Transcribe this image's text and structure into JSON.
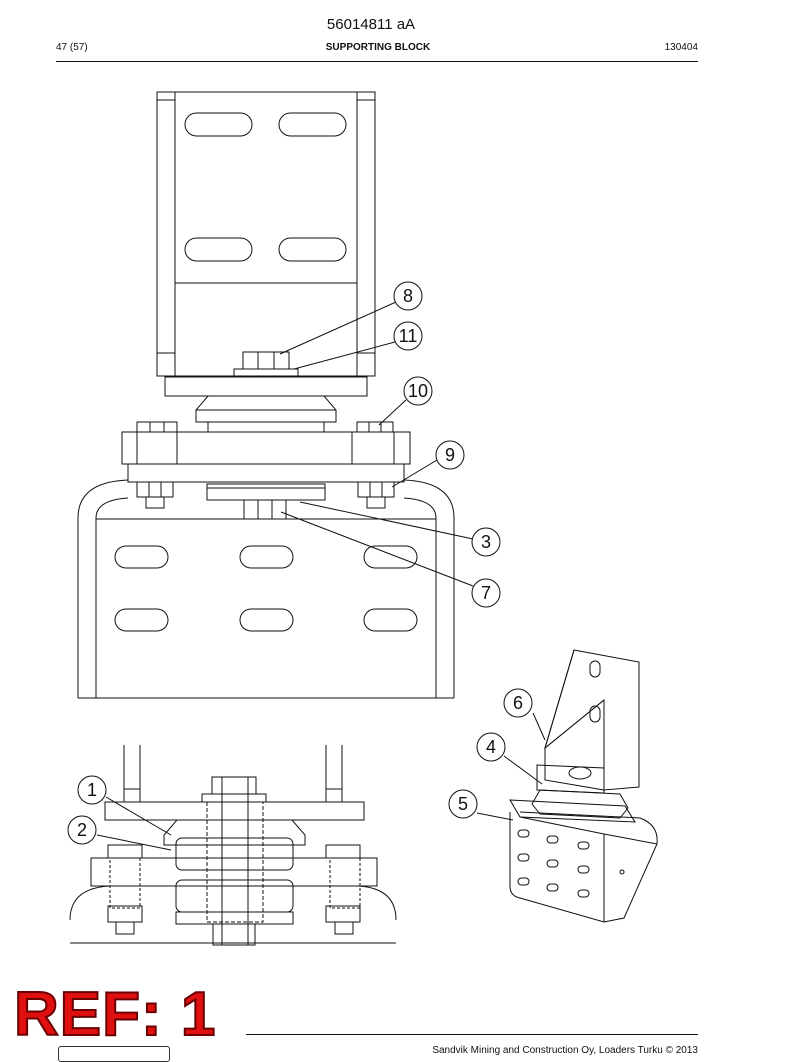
{
  "header": {
    "doc_number": "56014811 aA",
    "page_ref": "47 (57)",
    "title": "SUPPORTING BLOCK",
    "date_code": "130404"
  },
  "callouts": {
    "c1": "1",
    "c2": "2",
    "c3": "3",
    "c4": "4",
    "c5": "5",
    "c6": "6",
    "c7": "7",
    "c8": "8",
    "c9": "9",
    "c10": "10",
    "c11": "11"
  },
  "stamp": {
    "text": "REF: 1"
  },
  "footer": {
    "copyright": "Sandvik Mining and Construction Oy, Loaders Turku © 2013"
  },
  "colors": {
    "stamp": "#e01010",
    "line": "#111111"
  }
}
